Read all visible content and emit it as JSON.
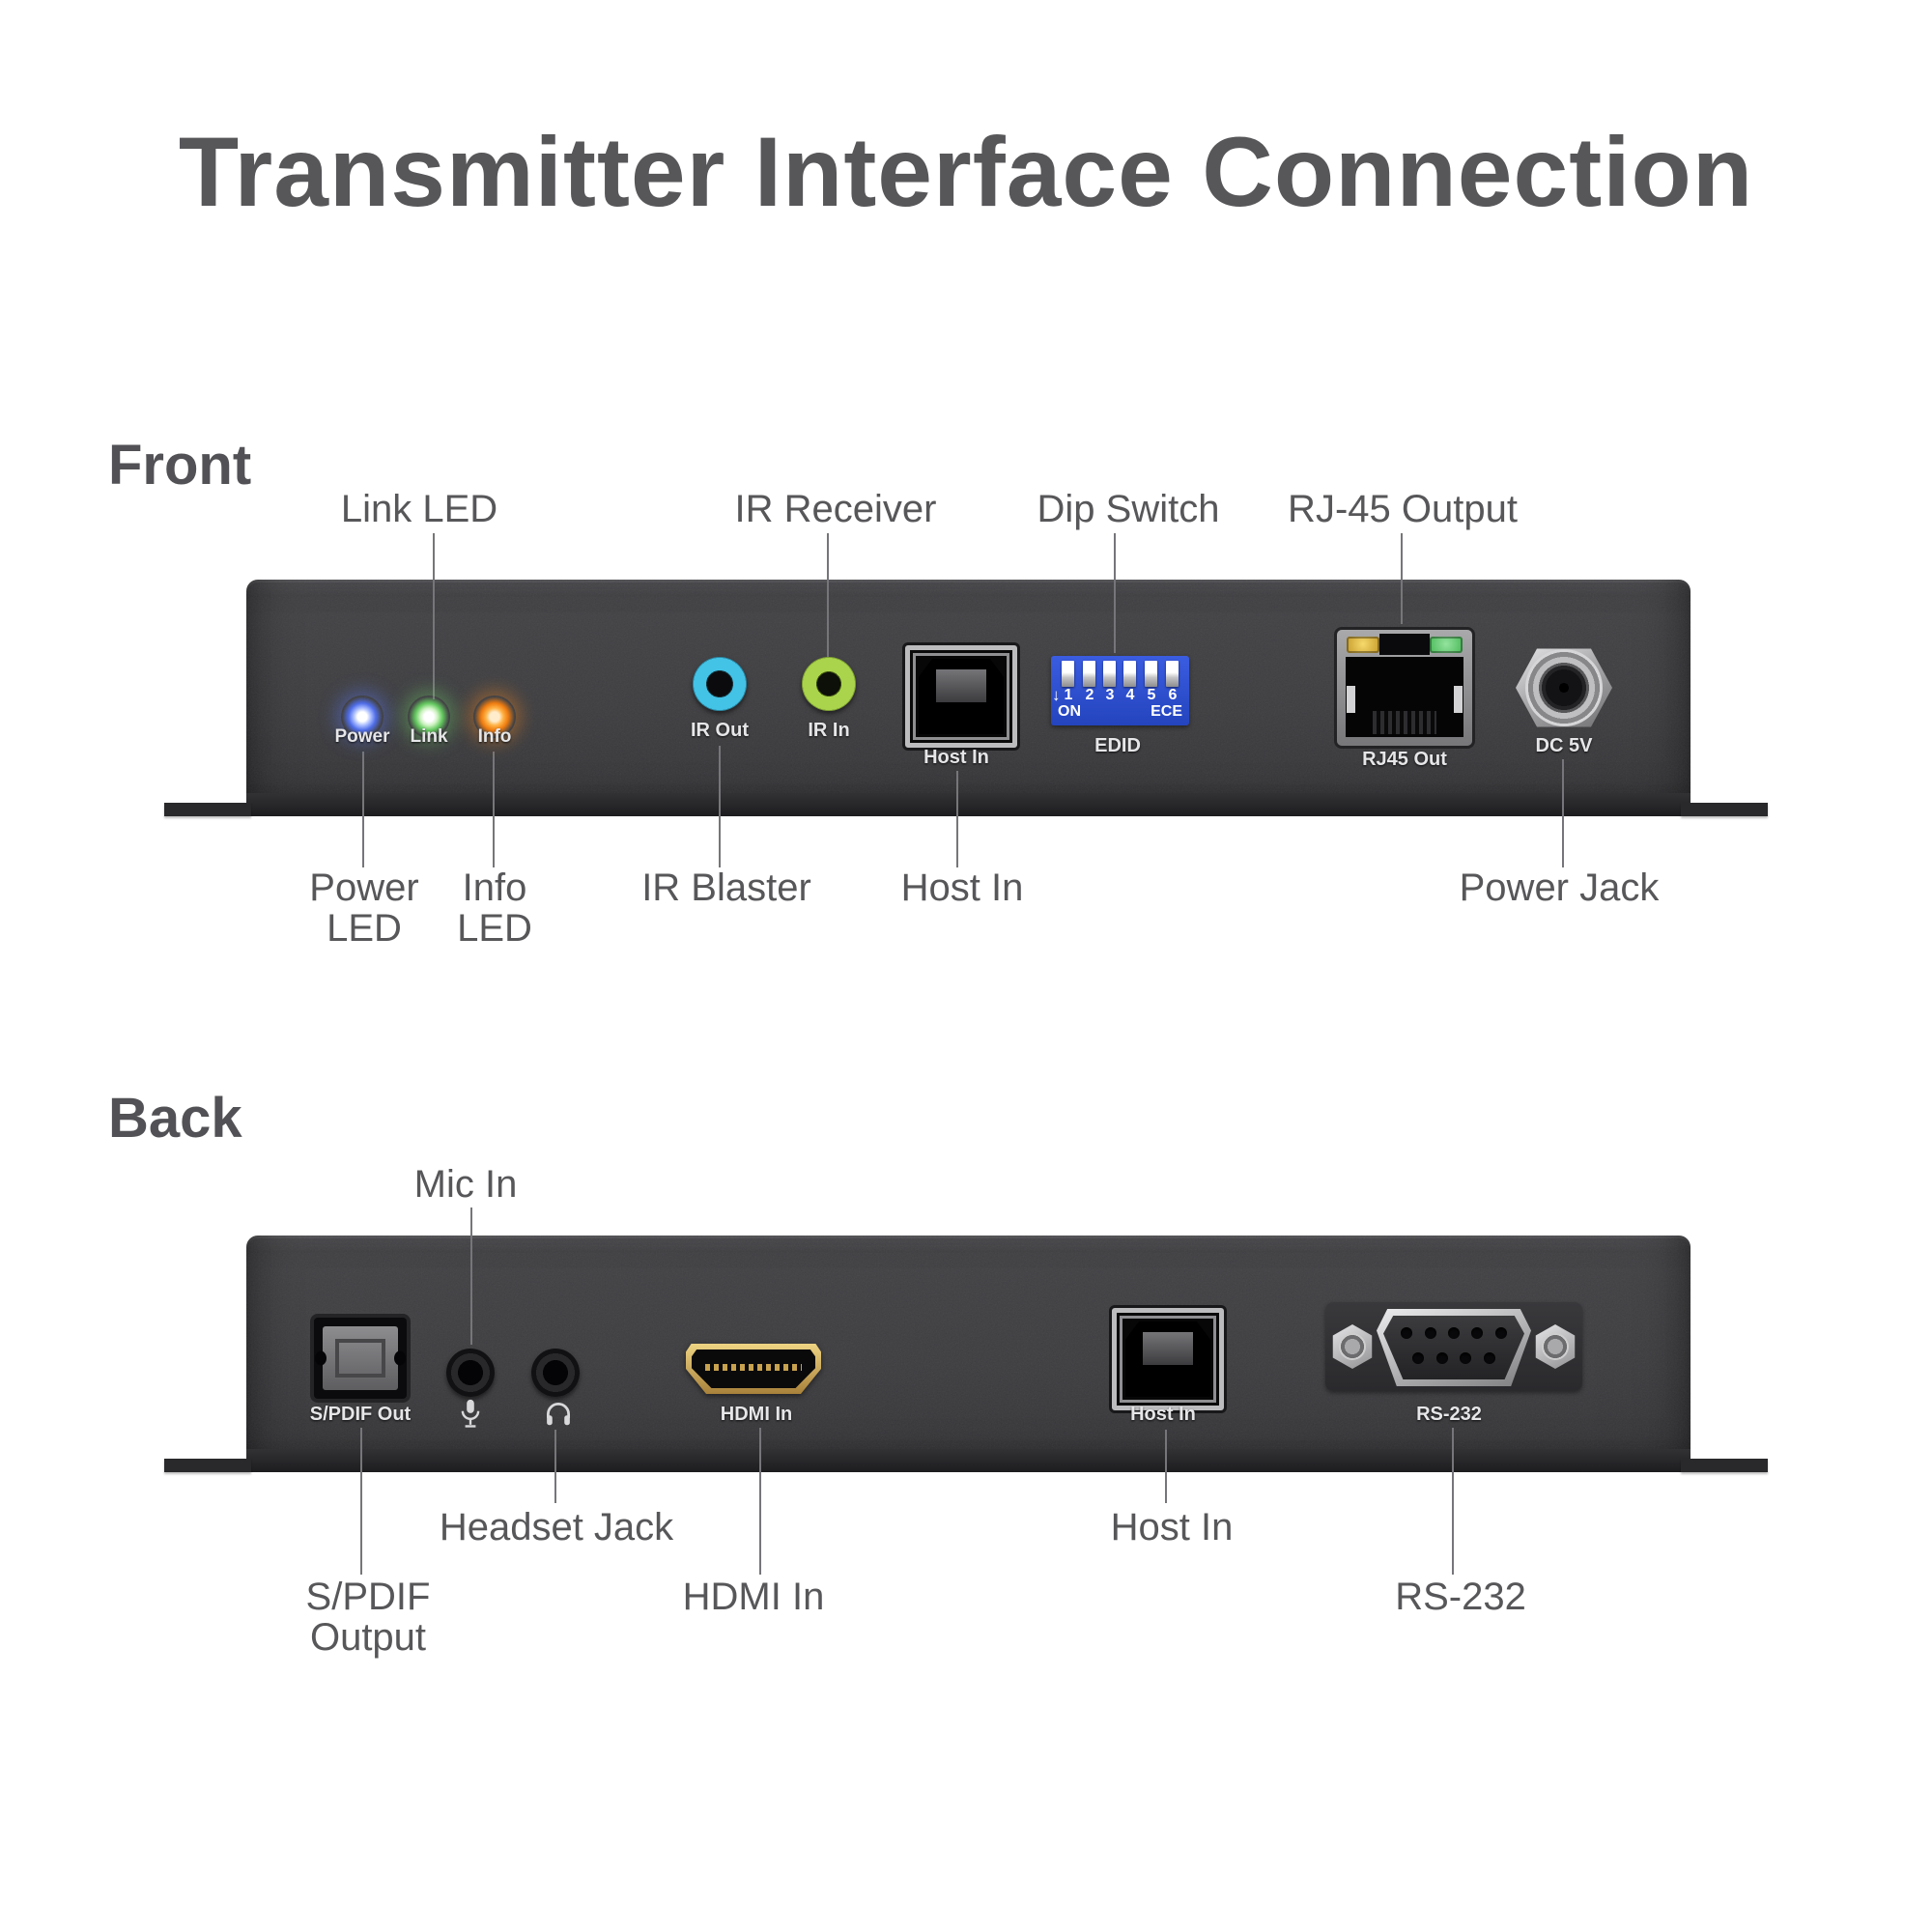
{
  "title": "Transmitter Interface Connection",
  "front": {
    "heading": "Front",
    "callouts": {
      "link_led": "Link LED",
      "ir_receiver": "IR Receiver",
      "dip_switch": "Dip Switch",
      "rj45_output": "RJ-45 Output",
      "power_led_line1": "Power",
      "power_led_line2": "LED",
      "info_led_line1": "Info",
      "info_led_line2": "LED",
      "ir_blaster": "IR Blaster",
      "host_in": "Host In",
      "power_jack": "Power Jack"
    },
    "panel": {
      "led_labels": {
        "power": "Power",
        "link": "Link",
        "info": "Info"
      },
      "led_colors": {
        "power": "#5f7df0",
        "link": "#6fd96a",
        "info": "#f58a1f"
      },
      "port_labels": {
        "ir_out": "IR Out",
        "ir_in": "IR In",
        "host_in": "Host In",
        "edid": "EDID",
        "rj45_out": "RJ45 Out",
        "dc_5v": "DC 5V"
      },
      "dip": {
        "arrow": "↓",
        "numbers": [
          "1",
          "2",
          "3",
          "4",
          "5",
          "6"
        ],
        "on": "ON",
        "ece": "ECE",
        "color": "#2c4fd2"
      }
    }
  },
  "back": {
    "heading": "Back",
    "callouts": {
      "mic_in": "Mic In",
      "headset_jack": "Headset Jack",
      "spdif_line1": "S/PDIF",
      "spdif_line2": "Output",
      "hdmi_in": "HDMI In",
      "host_in": "Host In",
      "rs232": "RS-232"
    },
    "panel": {
      "port_labels": {
        "spdif_out": "S/PDIF Out",
        "hdmi_in": "HDMI In",
        "host_in": "Host In",
        "rs232": "RS-232"
      },
      "icons": {
        "mic": "mic-icon",
        "headphones": "headphones-icon"
      }
    }
  },
  "colors": {
    "text": "#57575a",
    "panel_body": "#3d3d40",
    "ir_out_ring": "#43c3e6",
    "ir_in_ring": "#a9d44b",
    "rj45_led_yellow": "#d9b13c",
    "rj45_led_green": "#63c96f",
    "hdmi_gold": "#c9a553",
    "dip_blue": "#2c4fd2",
    "led_power_blue": "#5f7df0",
    "led_link_green": "#6fd96a",
    "led_info_orange": "#f58a1f"
  }
}
